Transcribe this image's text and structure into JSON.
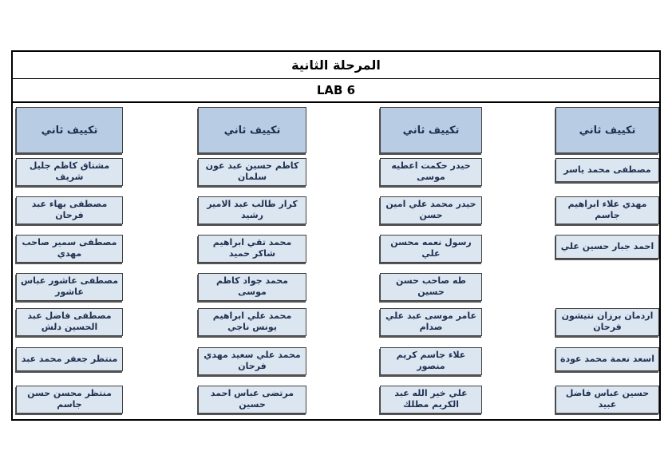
{
  "page": {
    "title": "المرحلة الثانية",
    "subtitle": "LAB 6"
  },
  "colors": {
    "header_fill": "#b8cce4",
    "name_fill": "#dce6f1",
    "box_border": "#404040",
    "text": "#1f3050",
    "outer_border": "#000000"
  },
  "groups": [
    {
      "header": "تكييف ثاني",
      "position": "column-1-rightmost",
      "students": [
        {
          "row": 1,
          "name": "مصطفى محمد ياسر"
        },
        {
          "row": 2,
          "name": "مهدي علاء ابراهيم جاسم"
        },
        {
          "row": 3,
          "name": "احمد جبار حسين علي"
        },
        {
          "row": 5,
          "name": "اردمان برزان نتيشون فرحان"
        },
        {
          "row": 6,
          "name": "اسعد نعمة محمد عودة"
        },
        {
          "row": 7,
          "name": "حسين عباس فاضل عبيد"
        }
      ]
    },
    {
      "header": "تكييف ثاني",
      "position": "column-2",
      "students": [
        {
          "row": 1,
          "name": "حيدر حكمت اعطيه موسى"
        },
        {
          "row": 2,
          "name": "حيدر محمد علي امين حسن"
        },
        {
          "row": 3,
          "name": "رسول نعمه محسن علي"
        },
        {
          "row": 4,
          "name": "طه صاحب حسن حسين"
        },
        {
          "row": 5,
          "name": "عامر موسى عبد علي صدام"
        },
        {
          "row": 6,
          "name": "علاء جاسم كريم منصور"
        },
        {
          "row": 7,
          "name": "علي خير الله عبد الكريم مطلك"
        }
      ]
    },
    {
      "header": "تكييف ثاني",
      "position": "column-3",
      "students": [
        {
          "row": 1,
          "name": "كاظم حسين عبد عون سلمان"
        },
        {
          "row": 2,
          "name": "كرار طالب عبد الامير رشيد"
        },
        {
          "row": 3,
          "name": "محمد تقي ابراهيم شاكر حميد"
        },
        {
          "row": 4,
          "name": "محمد جواد كاظم موسى"
        },
        {
          "row": 5,
          "name": "محمد علي ابراهيم يونس ناجي"
        },
        {
          "row": 6,
          "name": "محمد علي سعيد مهدي فرحان"
        },
        {
          "row": 7,
          "name": "مرتضى عباس احمد حسين"
        }
      ]
    },
    {
      "header": "تكييف ثاني",
      "position": "column-4-leftmost",
      "students": [
        {
          "row": 1,
          "name": "مشتاق كاظم جليل شريف"
        },
        {
          "row": 2,
          "name": "مصطفى بهاء عبد فرحان"
        },
        {
          "row": 3,
          "name": "مصطفى سمير صاحب مهدي"
        },
        {
          "row": 4,
          "name": "مصطفى عاشور عباس عاشور"
        },
        {
          "row": 5,
          "name": "مصطفى فاضل عبد الحسين دلش"
        },
        {
          "row": 6,
          "name": "منتظر جعفر محمد عبد"
        },
        {
          "row": 7,
          "name": "منتظر محسن حسن جاسم"
        }
      ]
    }
  ]
}
